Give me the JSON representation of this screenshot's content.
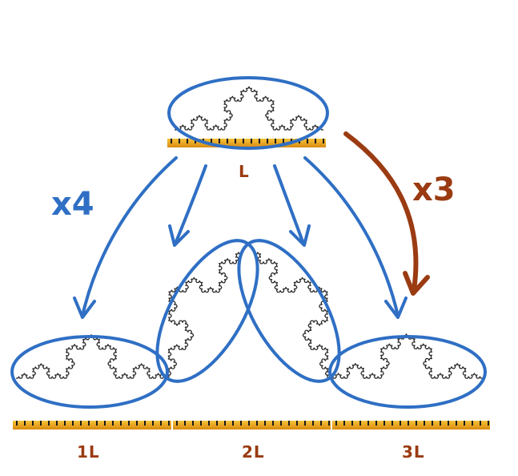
{
  "labels": {
    "top_ruler": "L",
    "left_multiplier": "x4",
    "right_multiplier": "x3",
    "ruler_1": "1L",
    "ruler_2": "2L",
    "ruler_3": "3L"
  },
  "colors": {
    "ellipse_stroke": "#2f6fc4",
    "arrow_blue": "#2f6fc4",
    "arrow_brown": "#9a3b12",
    "label_brown": "#9a3b12",
    "ruler_fill": "#f0a818",
    "ruler_ticks": "#1a1a1a",
    "fractal_stroke": "#222222"
  }
}
